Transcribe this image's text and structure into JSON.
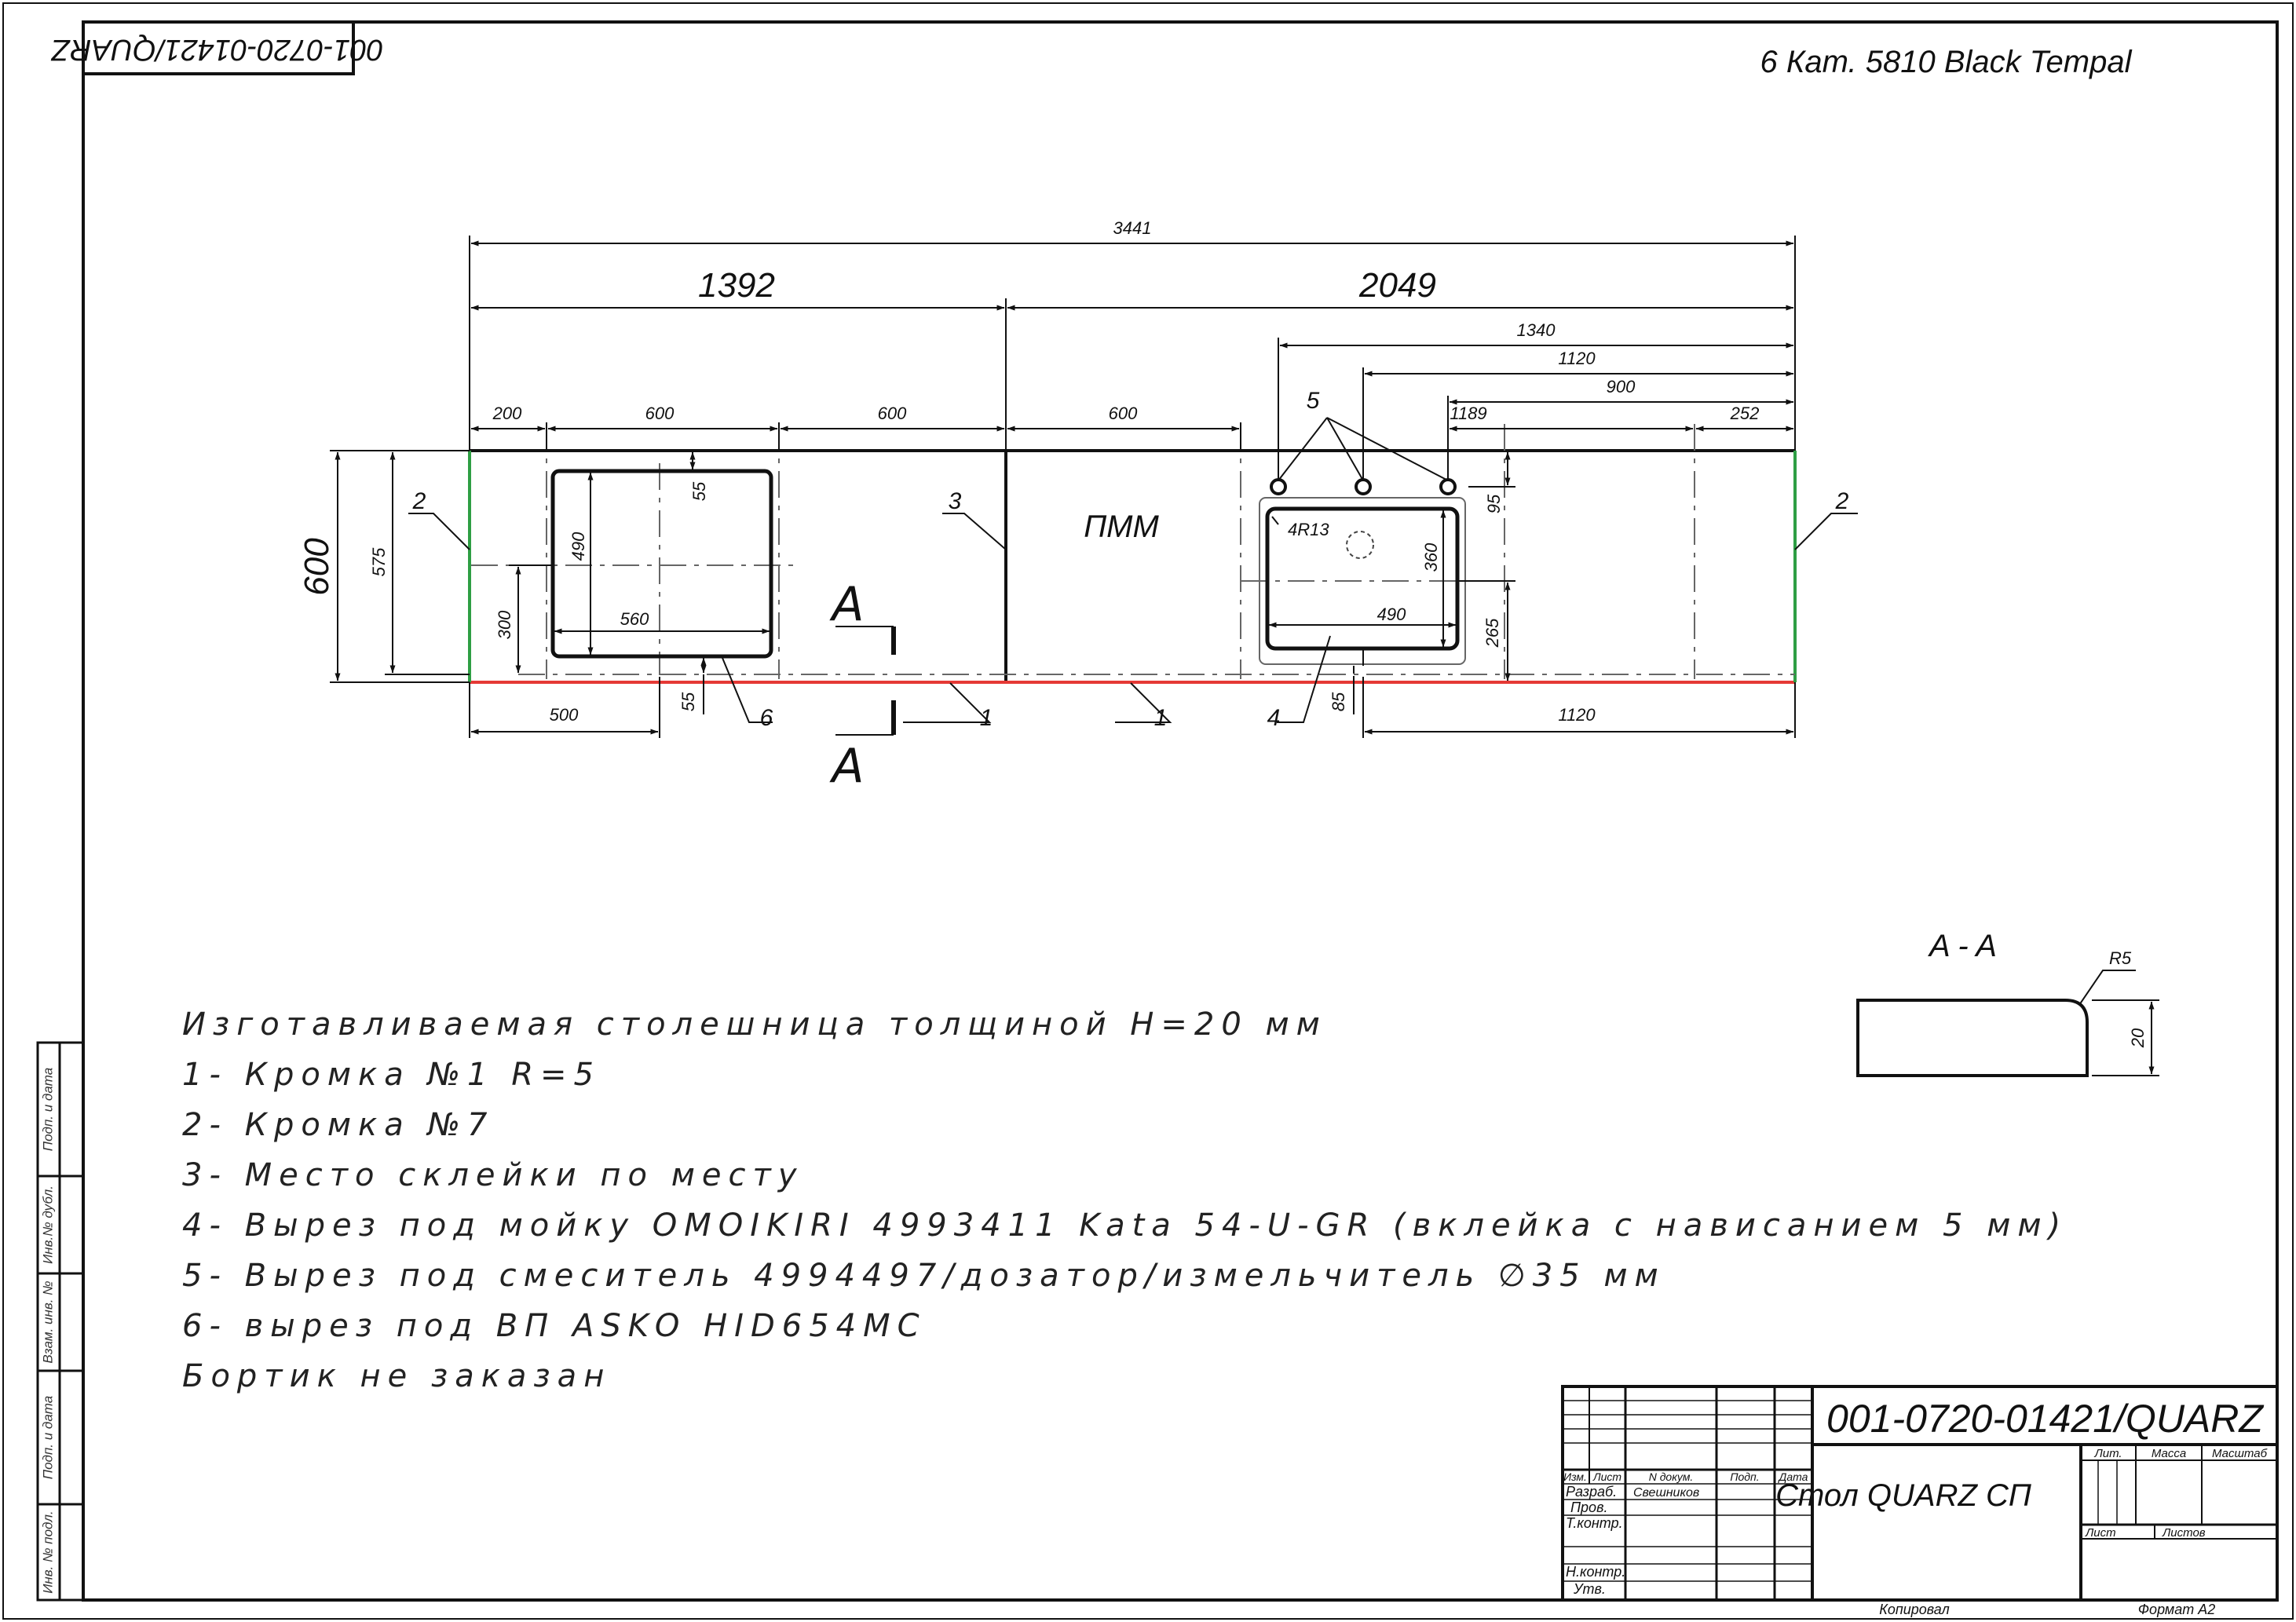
{
  "header": {
    "material": "6 Кат. 5810 Black Tempal",
    "code_rotated": "001-0720-01421/QUARZ"
  },
  "dimensions": {
    "total": "3441",
    "left_width": "1392",
    "right_width": "2049",
    "d1340": "1340",
    "d1120_top": "1120",
    "d900": "900",
    "d200": "200",
    "d600a": "600",
    "d600b": "600",
    "d600c": "600",
    "d1189": "1189",
    "d252": "252",
    "depth": "600",
    "d575": "575",
    "d300": "300",
    "d55_top": "55",
    "d490_hob": "490",
    "d560": "560",
    "d55_bot": "55",
    "d500": "500",
    "d95": "95",
    "d360": "360",
    "d490_sink": "490",
    "d265": "265",
    "d85": "85",
    "d1120_bot": "1120",
    "r_sink": "4R13"
  },
  "labels": {
    "edge2_left": "2",
    "edge2_right": "2",
    "joint3": "3",
    "pmm": "ПММ",
    "taps5": "5",
    "edge1_a": "1",
    "edge1_b": "1",
    "sink4": "4",
    "hob6": "6",
    "section_a": "A",
    "section_b": "A"
  },
  "section": {
    "title": "A - A",
    "radius": "R5",
    "thickness": "20"
  },
  "notes": {
    "n0": "Изготавливаемая столешница толщиной H=20 мм",
    "n1": "1- Кромка №1 R=5",
    "n2": "2- Кромка №7",
    "n3": "3- Место склейки по месту",
    "n4": "4- Вырез под мойку OMOIKIRI 4993411 Kata 54-U-GR  (вклейка с нависанием 5 мм)",
    "n5": "5- Вырез под смеситель 4994497/дозатор/измельчитель ∅35 мм",
    "n6": "6- вырез под ВП ASKO HID654MC",
    "n7": "Бортик не заказан"
  },
  "side_stamp": {
    "s1": "Подп. и дата",
    "s2": "Инв.№ дубл.",
    "s3": "Взам. инв. №",
    "s4": "Подп. и дата",
    "s5": "Инв. № подл."
  },
  "title_block": {
    "doc_code": "001-0720-01421/QUARZ",
    "name": "Стол QUARZ СП",
    "h_izm": "Изм.",
    "h_list": "Лист",
    "h_ndoc": "N докум.",
    "h_podp": "Подп.",
    "h_data": "Дата",
    "r_razrab": "Разраб.",
    "r_razrab_name": "Свешников",
    "r_prov": "Пров.",
    "r_tkontr": "Т.контр.",
    "r_nkontr": "Н.контр.",
    "r_utv": "Утв.",
    "lit": "Лит.",
    "massa": "Масса",
    "masshtab": "Масштаб",
    "sheet": "Лист",
    "sheets": "Листов",
    "copied": "Копировал",
    "format": "Формат A2"
  },
  "colors": {
    "line": "#111111",
    "edge_red": "#e53935",
    "edge_green": "#2e9e44",
    "dash": "#555555"
  }
}
